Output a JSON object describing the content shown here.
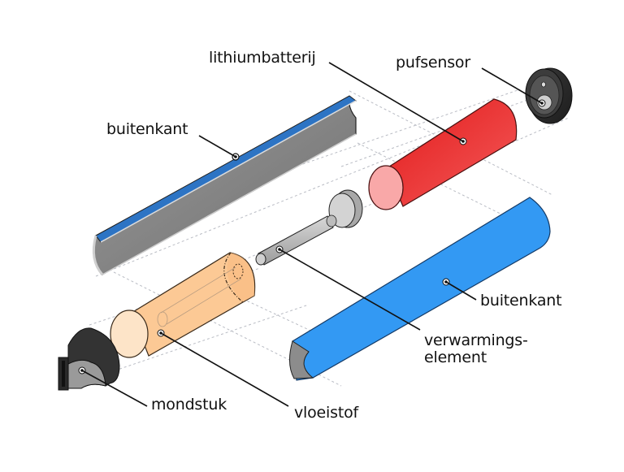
{
  "diagram": {
    "type": "exploded-view",
    "subject": "e-sigaret",
    "language": "nl",
    "labels": {
      "battery": "lithiumbatterij",
      "sensor": "pufsensor",
      "shell_top": "buitenkant",
      "shell_bottom": "buitenkant",
      "heater_line1": "verwarmings-",
      "heater_line2": "element",
      "mouthpiece": "mondstuk",
      "liquid": "vloeistof"
    },
    "colors": {
      "battery": "#e8262a",
      "battery_cap": "#f9a8a8",
      "shell_blue": "#3399f3",
      "shell_edge_blue": "#2d74c4",
      "shell_inner": "#8c8c8c",
      "liquid": "#fcc995",
      "liquid_cap": "#fde4c8",
      "heater": "#bdbdbd",
      "sensor": "#2e2e2e",
      "mouthpiece": "#333333",
      "guide_lines": "#b9bcc4",
      "leader_lines": "#111111"
    }
  }
}
